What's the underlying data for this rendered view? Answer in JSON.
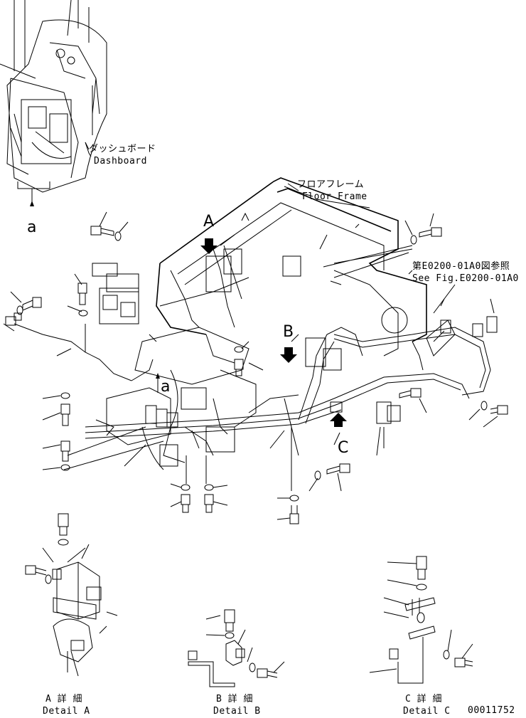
{
  "labels": {
    "dashboard_jp": "ダッシュボード",
    "dashboard_en": "Dashboard",
    "floor_frame_jp": "フロアフレーム",
    "floor_frame_en": "Floor Frame",
    "ref_jp": "第E0200-01A0図参照",
    "ref_en": "See Fig.E0200-01A0",
    "view_a": "A",
    "view_b": "B",
    "view_c": "C",
    "point_a_upper": "a",
    "point_a_lower": "a",
    "detail_a_jp": "A 詳 細",
    "detail_a_en": "Detail A",
    "detail_b_jp": "B 詳 細",
    "detail_b_en": "Detail B",
    "detail_c_jp": "C 詳 細",
    "detail_c_en": "Detail C",
    "drawing_number": "00011752"
  }
}
